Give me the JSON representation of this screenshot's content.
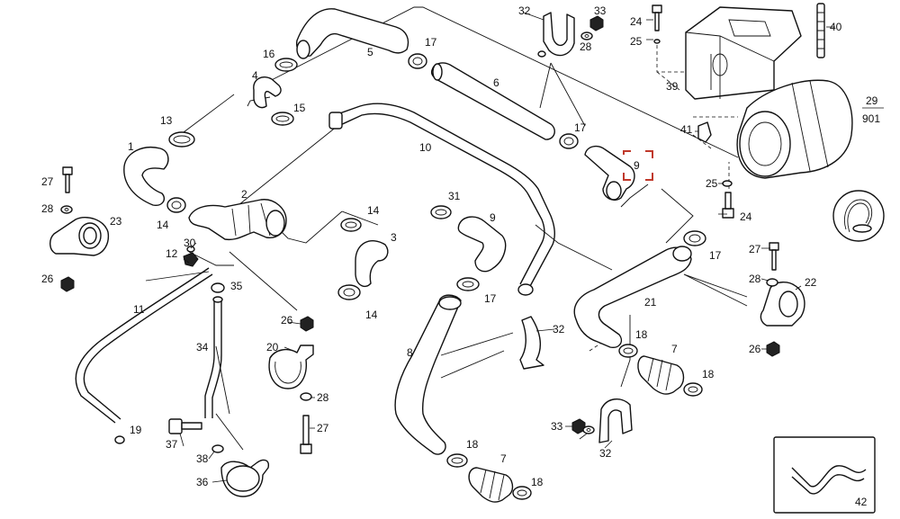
{
  "diagram": {
    "labels": {
      "l1": "1",
      "l2": "2",
      "l3": "3",
      "l4": "4",
      "l5": "5",
      "l6": "6",
      "l7a": "7",
      "l7b": "7",
      "l8": "8",
      "l9a": "9",
      "l9b": "9",
      "l10": "10",
      "l11": "11",
      "l12": "12",
      "l13": "13",
      "l14a": "14",
      "l14b": "14",
      "l14c": "14",
      "l15": "15",
      "l16": "16",
      "l17a": "17",
      "l17b": "17",
      "l17c": "17",
      "l17d": "17",
      "l18a": "18",
      "l18b": "18",
      "l18c": "18",
      "l18d": "18",
      "l19": "19",
      "l20": "20",
      "l21": "21",
      "l22": "22",
      "l23": "23",
      "l24a": "24",
      "l24b": "24",
      "l25a": "25",
      "l25b": "25",
      "l26a": "26",
      "l26b": "26",
      "l26c": "26",
      "l27a": "27",
      "l27b": "27",
      "l27c": "27",
      "l28a": "28",
      "l28b": "28",
      "l28c": "28",
      "l28d": "28",
      "l29": "29",
      "l901": "901",
      "l30": "30",
      "l31": "31",
      "l32a": "32",
      "l32b": "32",
      "l32c": "32",
      "l33a": "33",
      "l33b": "33",
      "l34": "34",
      "l35": "35",
      "l36": "36",
      "l37": "37",
      "l38": "38",
      "l39": "39",
      "l40": "40",
      "l41": "41",
      "l42": "42"
    }
  }
}
